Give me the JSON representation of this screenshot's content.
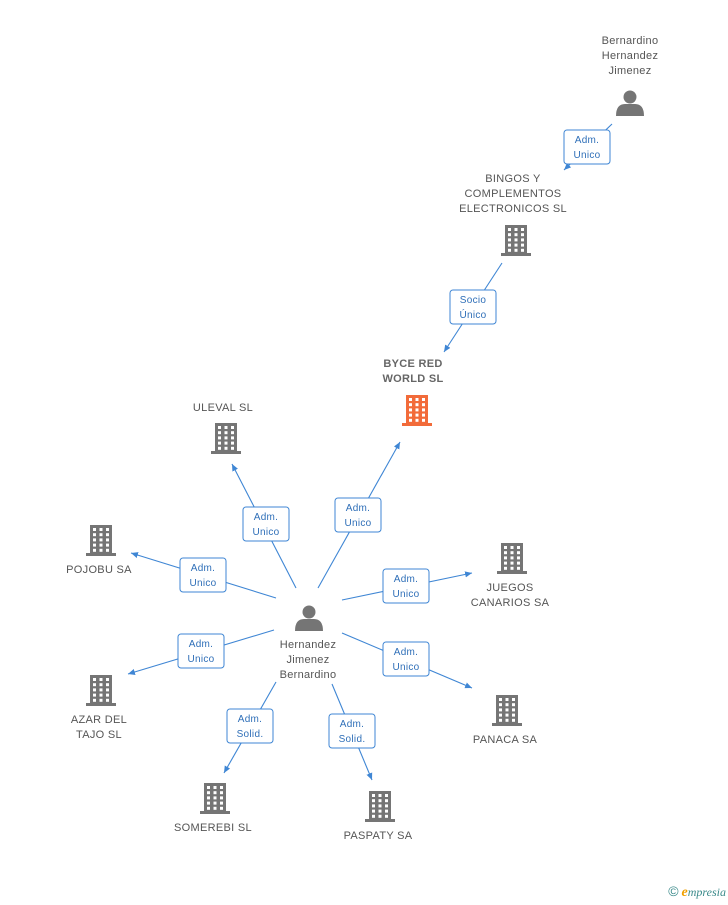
{
  "colors": {
    "edge": "#3f86d4",
    "icon": "#757575",
    "highlight": "#f26b3a",
    "brand": "#3a8a8a"
  },
  "nodes": [
    {
      "id": "bernardino_hj",
      "kind": "person",
      "lines": [
        "Bernardino",
        "Hernandez",
        "Jimenez"
      ]
    },
    {
      "id": "bingos",
      "kind": "company",
      "lines": [
        "BINGOS Y",
        "COMPLEMENTOS",
        "ELECTRONICOS SL"
      ]
    },
    {
      "id": "byce",
      "kind": "company",
      "highlight": true,
      "lines": [
        "BYCE RED",
        "WORLD SL"
      ]
    },
    {
      "id": "uleval",
      "kind": "company",
      "lines": [
        "ULEVAL SL"
      ]
    },
    {
      "id": "pojobu",
      "kind": "company",
      "lines": [
        "POJOBU SA"
      ]
    },
    {
      "id": "juegos",
      "kind": "company",
      "lines": [
        "JUEGOS",
        "CANARIOS SA"
      ]
    },
    {
      "id": "hernandez_jb",
      "kind": "person",
      "lines": [
        "Hernandez",
        "Jimenez",
        "Bernardino"
      ]
    },
    {
      "id": "azar",
      "kind": "company",
      "lines": [
        "AZAR DEL",
        "TAJO SL"
      ]
    },
    {
      "id": "panaca",
      "kind": "company",
      "lines": [
        "PANACA SA"
      ]
    },
    {
      "id": "somerebi",
      "kind": "company",
      "lines": [
        "SOMEREBI SL"
      ]
    },
    {
      "id": "paspaty",
      "kind": "company",
      "lines": [
        "PASPATY SA"
      ]
    }
  ],
  "edges": [
    {
      "from": "bernardino_hj",
      "to": "bingos",
      "lines": [
        "Adm.",
        "Unico"
      ]
    },
    {
      "from": "bingos",
      "to": "byce",
      "lines": [
        "Socio",
        "Único"
      ]
    },
    {
      "from": "hernandez_jb",
      "to": "byce",
      "lines": [
        "Adm.",
        "Unico"
      ]
    },
    {
      "from": "hernandez_jb",
      "to": "uleval",
      "lines": [
        "Adm.",
        "Unico"
      ]
    },
    {
      "from": "hernandez_jb",
      "to": "pojobu",
      "lines": [
        "Adm.",
        "Unico"
      ]
    },
    {
      "from": "hernandez_jb",
      "to": "juegos",
      "lines": [
        "Adm.",
        "Unico"
      ]
    },
    {
      "from": "hernandez_jb",
      "to": "azar",
      "lines": [
        "Adm.",
        "Unico"
      ]
    },
    {
      "from": "hernandez_jb",
      "to": "panaca",
      "lines": [
        "Adm.",
        "Unico"
      ]
    },
    {
      "from": "hernandez_jb",
      "to": "somerebi",
      "lines": [
        "Adm.",
        "Solid."
      ]
    },
    {
      "from": "hernandez_jb",
      "to": "paspaty",
      "lines": [
        "Adm.",
        "Solid."
      ]
    }
  ],
  "footer": {
    "copyright": "©",
    "brand_initial": "e",
    "brand_rest": "mpresia"
  }
}
